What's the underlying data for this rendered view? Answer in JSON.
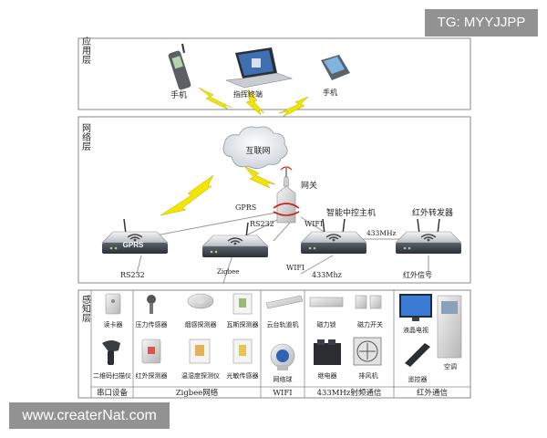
{
  "layers": {
    "application": "应用层",
    "network": "网络层",
    "perception": "感知层"
  },
  "app_layer": {
    "phone_left": "手机",
    "terminal": "指挥终端",
    "phone_right": "手机"
  },
  "network_layer": {
    "internet": "互联网",
    "gateway": "网关",
    "gprs_link": "GPRS",
    "rs232_top": "RS232",
    "wifi_top": "WIFI",
    "controller": "智能中控主机",
    "ir_forwarder": "红外转发器",
    "freq_433": "433MHz",
    "gprs_device": "GPRS",
    "zigbee_router": "Zigbee",
    "rs232_bottom": "RS232",
    "wifi_bottom": "WIFI",
    "freq_433_bottom": "433Mhz",
    "ir_signal": "红外信号"
  },
  "perception_layer": {
    "card_reader": "读卡器",
    "qr_scanner": "二维码扫描仪",
    "pressure_sensor": "压力传感器",
    "ir_detector": "红外探测器",
    "smoke_detector": "烟感探测器",
    "temp_humidity": "温湿度探测仪",
    "gas_detector": "瓦斯探测器",
    "light_sensor": "光敏传感器",
    "ptz_rail": "云台轨道机",
    "network_camera": "网络球",
    "door_magnet": "磁力锁",
    "magnetic_switch": "磁力开关",
    "relay": "继电器",
    "exhaust_fan": "排风机",
    "lcd_tv": "液晶电视",
    "air_conditioner": "空调",
    "remote": "遥控器"
  },
  "footer": {
    "serial": "串口设备",
    "zigbee": "Zigbee网络",
    "wifi": "WIFI",
    "rf433": "433MHz射频通信",
    "infrared": "红外通信"
  },
  "watermarks": {
    "telegram": "TG: MYYJJPP",
    "site": "www.createrNat.com"
  },
  "colors": {
    "lightning": "#f2e600",
    "frame": "#8a8a8a",
    "router": "#4a4f56"
  }
}
